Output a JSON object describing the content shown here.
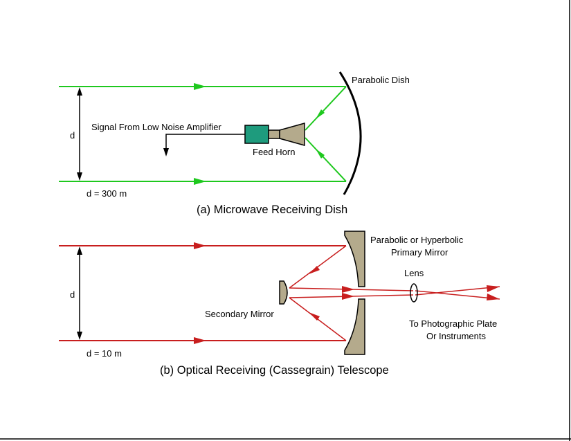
{
  "colors": {
    "microwave_ray": "#1ec81e",
    "optical_ray": "#c81e1e",
    "feed_box": "#1e9b7d",
    "mirror_fill": "#b4aa8c",
    "line": "#000000"
  },
  "diagram_a": {
    "dish_label": "Parabolic Dish",
    "signal_label": "Signal From Low Noise Amplifier",
    "feed_horn_label": "Feed Horn",
    "d_label": "d",
    "size_label": "d = 300 m",
    "caption": "(a) Microwave Receiving Dish"
  },
  "diagram_b": {
    "primary_label_line1": "Parabolic or Hyperbolic",
    "primary_label_line2": "Primary Mirror",
    "lens_label": "Lens",
    "secondary_label": "Secondary Mirror",
    "output_label_line1": "To Photographic Plate",
    "output_label_line2": "Or Instruments",
    "d_label": "d",
    "size_label": "d = 10 m",
    "caption": "(b) Optical Receiving (Cassegrain) Telescope"
  }
}
